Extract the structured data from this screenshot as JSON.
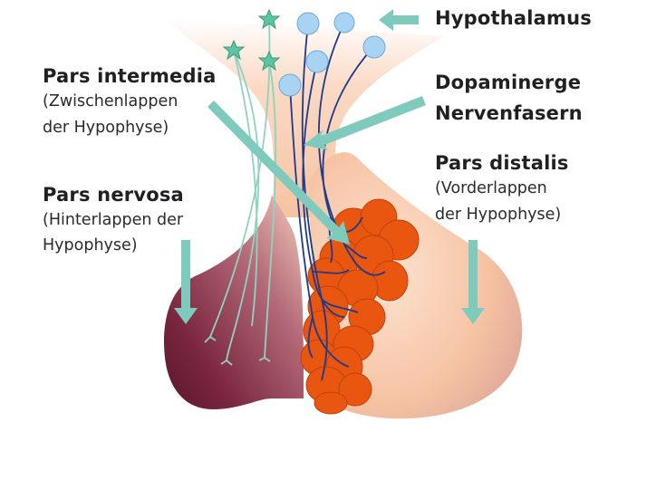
{
  "labels": {
    "hypothalamus": "Hypothalamus",
    "pars_intermedia": {
      "title": "Pars intermedia",
      "sub1": "(Zwischenlappen",
      "sub2": "der Hypophyse)"
    },
    "dopaminerge": {
      "line1": "Dopaminerge",
      "line2": "Nervenfasern"
    },
    "pars_nervosa": {
      "title": "Pars nervosa",
      "sub1": "(Hinterlappen der",
      "sub2": "Hypophyse)"
    },
    "pars_distalis": {
      "title": "Pars distalis",
      "sub1": "(Vorderlappen",
      "sub2": "der Hypophyse)"
    }
  },
  "colors": {
    "arrow": "#7ecbbd",
    "nerve_blue": "#1e3a8a",
    "cell_blue": "#a9d3f2",
    "star_green": "#5cc4a0",
    "intermedia_orange": "#e8560f",
    "distalis_peach": "#f8cbb0",
    "nervosa_dark": "#6e1f34"
  },
  "icons": {
    "neuron_body_blue": "circle",
    "neuron_body_green": "star"
  }
}
